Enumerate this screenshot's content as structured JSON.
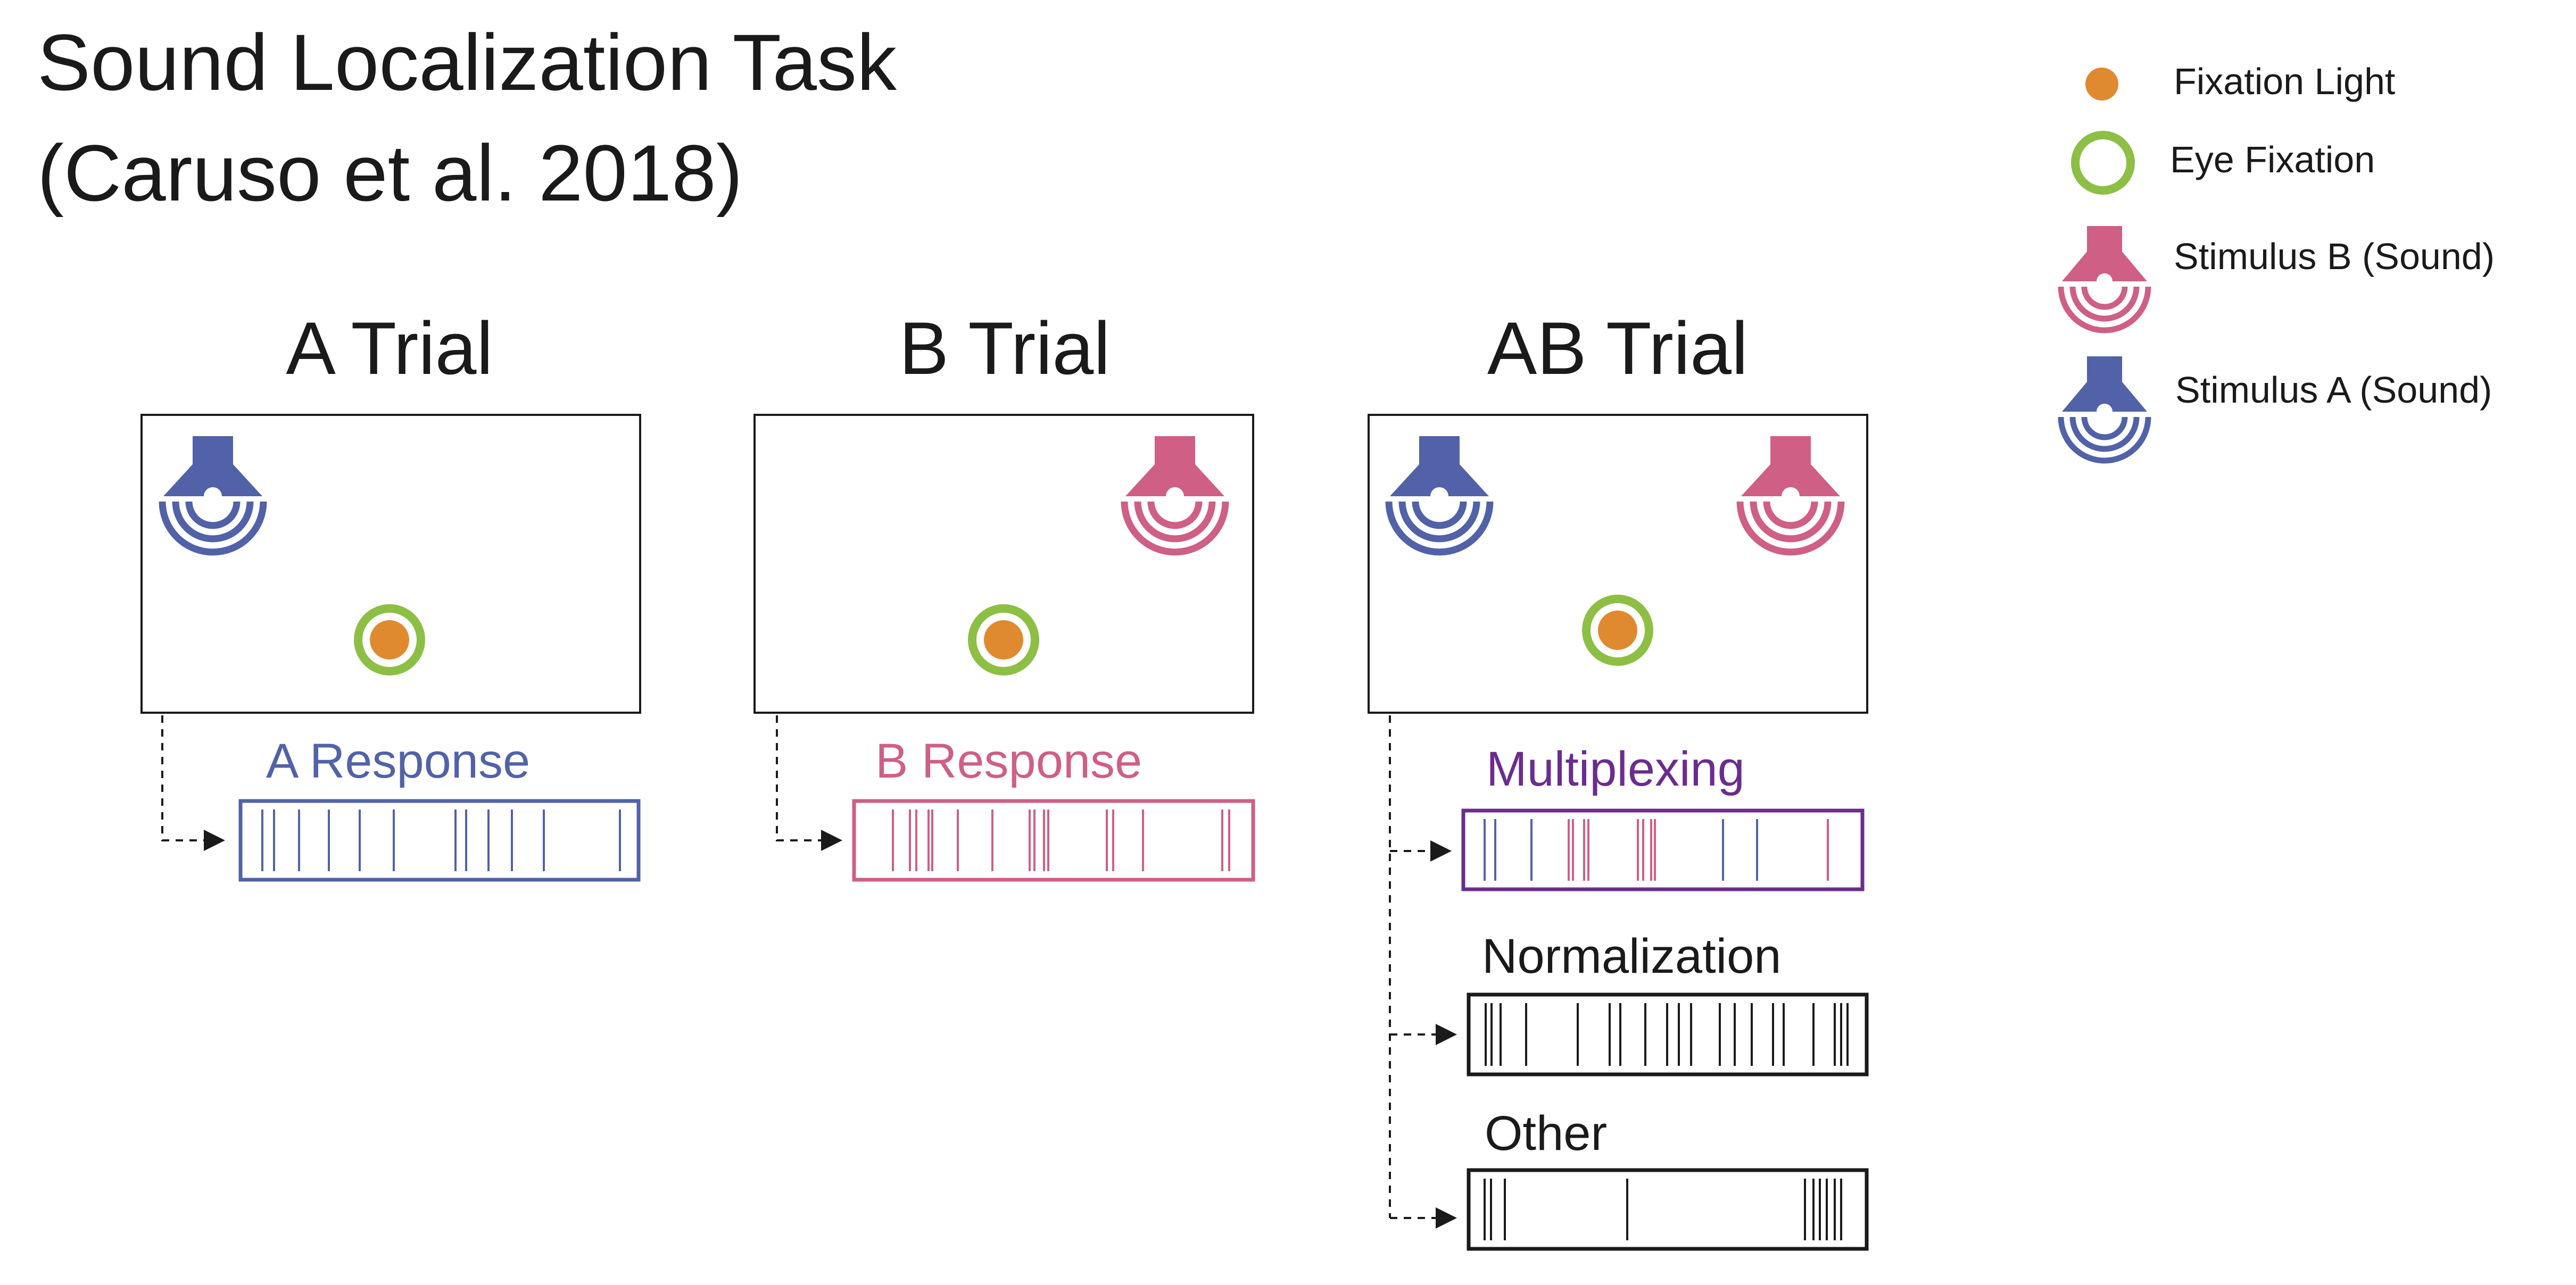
{
  "title": {
    "line1": "Sound Localization Task",
    "line2": "(Caruso et al. 2018)"
  },
  "colors": {
    "stimulus_a": "#5162a8",
    "stimulus_b": "#cf5f84",
    "fixation_light": "#e08a30",
    "eye_fixation": "#8dbf45",
    "multiplexing": "#6a2d8e",
    "box_border": "#1a1a1a"
  },
  "legend": {
    "fixation_light": "Fixation Light",
    "eye_fixation": "Eye Fixation",
    "stimulus_b": "Stimulus B (Sound)",
    "stimulus_a": "Stimulus A (Sound)"
  },
  "trials": [
    {
      "title": "A Trial",
      "stimuli": [
        "A"
      ]
    },
    {
      "title": "B Trial",
      "stimuli": [
        "B"
      ]
    },
    {
      "title": "AB Trial",
      "stimuli": [
        "A",
        "B"
      ]
    }
  ],
  "responses": {
    "a": {
      "label": "A Response"
    },
    "b": {
      "label": "B Response"
    },
    "multiplexing": {
      "label": "Multiplexing"
    },
    "normalization": {
      "label": "Normalization"
    },
    "other": {
      "label": "Other"
    }
  }
}
